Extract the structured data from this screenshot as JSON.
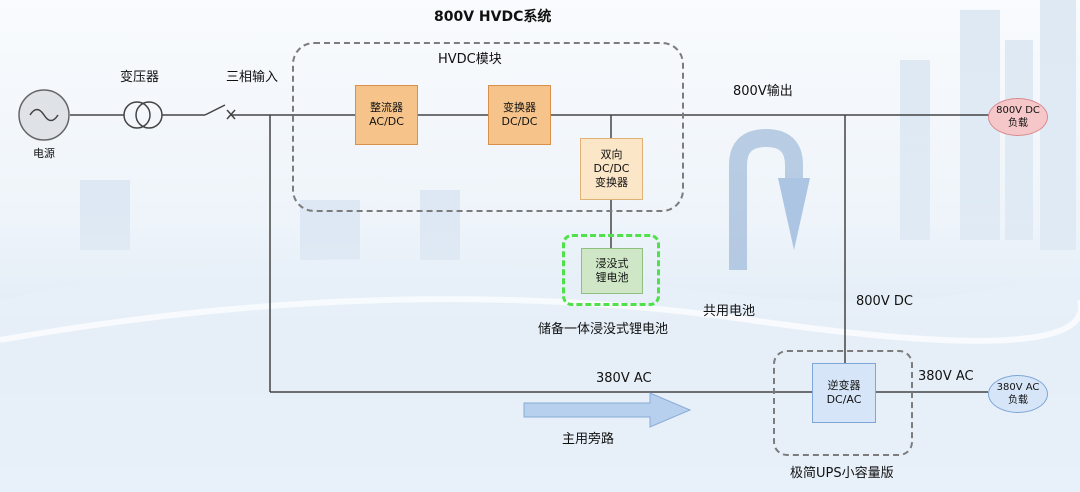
{
  "title": "800V HVDC系统",
  "source": {
    "label": "电源"
  },
  "transformer": {
    "label": "变压器"
  },
  "three_phase_input": {
    "label": "三相输入"
  },
  "hvdc_module": {
    "label": "HVDC模块"
  },
  "rectifier": {
    "line1": "整流器",
    "line2": "AC/DC"
  },
  "converter": {
    "line1": "变换器",
    "line2": "DC/DC"
  },
  "bidirectional": {
    "line1": "双向",
    "line2": "DC/DC",
    "line3": "变换器"
  },
  "battery": {
    "line1": "浸没式",
    "line2": "锂电池"
  },
  "battery_caption": "储备一体浸没式锂电池",
  "output_label": "800V输出",
  "dc_load": {
    "line1": "800V DC",
    "line2": "负载"
  },
  "shared_battery": "共用电池",
  "dc_bus_label": "800V DC",
  "ac_label_left": "380V AC",
  "ac_label_right": "380V AC",
  "inverter": {
    "line1": "逆变器",
    "line2": "DC/AC"
  },
  "ac_load": {
    "line1": "380V AC",
    "line2": "负载"
  },
  "bypass": "主用旁路",
  "ups_caption": "极简UPS小容量版"
}
